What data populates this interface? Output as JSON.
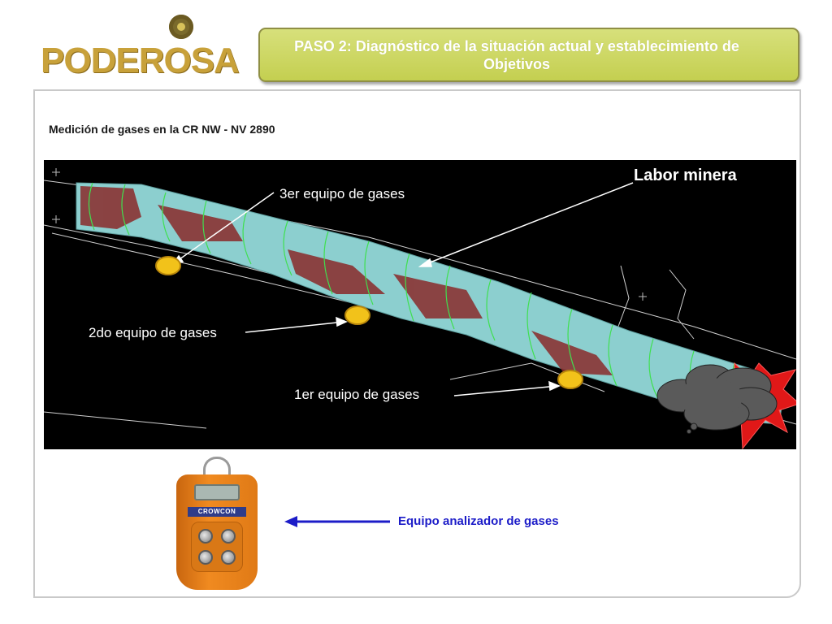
{
  "logo": {
    "text": "PODEROSA"
  },
  "header": {
    "title": "PASO 2: Diagnóstico de la situación actual y establecimiento de Objetivos"
  },
  "subtitle": "Medición de gases en la CR NW  - NV 2890",
  "diagram": {
    "labels": {
      "labor": "Labor minera",
      "equipo3": "3er equipo de gases",
      "equipo2": "2do equipo de gases",
      "equipo1": "1er equipo de gases"
    }
  },
  "device": {
    "brand": "CROWCON",
    "caption": "Equipo analizador de gases"
  },
  "colors": {
    "banner": "#c4cf50",
    "tunnel": "#8ccfcf",
    "tunnel_red": "#8a2a2a",
    "marker": "#f2c21a",
    "caption_blue": "#1c1cc8"
  },
  "icons": {
    "marker": "gas-detector-marker-icon",
    "explosion": "explosion-icon",
    "smoke": "smoke-cloud-icon"
  }
}
